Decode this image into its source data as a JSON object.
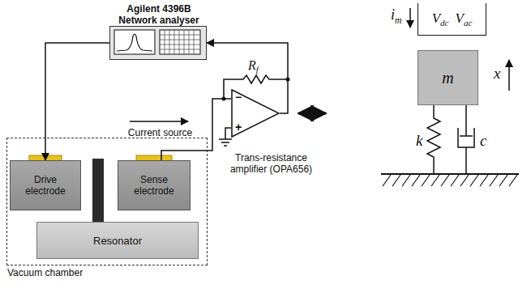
{
  "diagram": {
    "nodes": [
      {
        "text": [
          "Agilent 4396B Network analyser"
        ]
      },
      {
        "text": [
          "Vacuum chamber"
        ]
      },
      {
        "text": [
          "Drive electrode"
        ],
        "in": 1
      },
      {
        "text": [
          "Sense electrode"
        ],
        "in": 1
      },
      {
        "text": [
          "Resonator"
        ],
        "in": 1
      },
      {
        "text": [
          "−",
          "+",
          "Trans-resistance amplifier (OPA656)"
        ]
      },
      {
        "text": [
          "Vdc",
          "Vac"
        ]
      },
      {
        "text": [
          "m"
        ]
      }
    ],
    "edges": [
      {
        "from": 0,
        "to": 2,
        "arrow": "to"
      },
      {
        "from": 5,
        "to": 0,
        "arrow": "to"
      },
      {
        "from": 3,
        "to": 5,
        "arrow": "none"
      }
    ],
    "labels": [
      "Current source",
      "Rf",
      "im",
      "x",
      "k",
      "c"
    ]
  }
}
